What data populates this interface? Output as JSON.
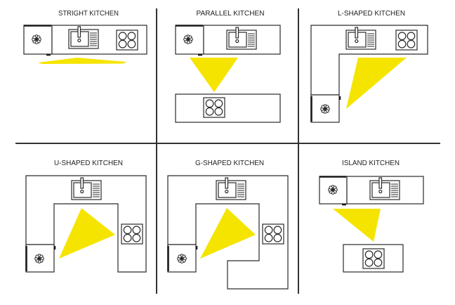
{
  "figure": {
    "description": "Six common kitchen layouts with work triangle",
    "panels": [
      {
        "id": "straight",
        "title": "STRIGHT KITCHEN",
        "appliances": [
          "fridge",
          "sink",
          "stove"
        ]
      },
      {
        "id": "parallel",
        "title": "PARALLEL KITCHEN",
        "appliances": [
          "fridge",
          "sink",
          "stove"
        ]
      },
      {
        "id": "l-shaped",
        "title": "L-SHAPED KITCHEN",
        "appliances": [
          "sink",
          "stove",
          "fridge"
        ]
      },
      {
        "id": "u-shaped",
        "title": "U-SHAPED KITCHEN",
        "appliances": [
          "sink",
          "stove",
          "fridge"
        ]
      },
      {
        "id": "g-shaped",
        "title": "G-SHAPED KITCHEN",
        "appliances": [
          "sink",
          "stove",
          "fridge"
        ]
      },
      {
        "id": "island",
        "title": "ISLAND KITCHEN",
        "appliances": [
          "fridge",
          "sink",
          "stove"
        ]
      }
    ]
  },
  "icons": {
    "fridge": "fridge-icon",
    "sink": "sink-icon",
    "stove": "stove-icon",
    "work_triangle": "work-triangle"
  },
  "colors": {
    "work_triangle": "#f5e400",
    "line": "#2a2a2a",
    "background": "#ffffff"
  }
}
